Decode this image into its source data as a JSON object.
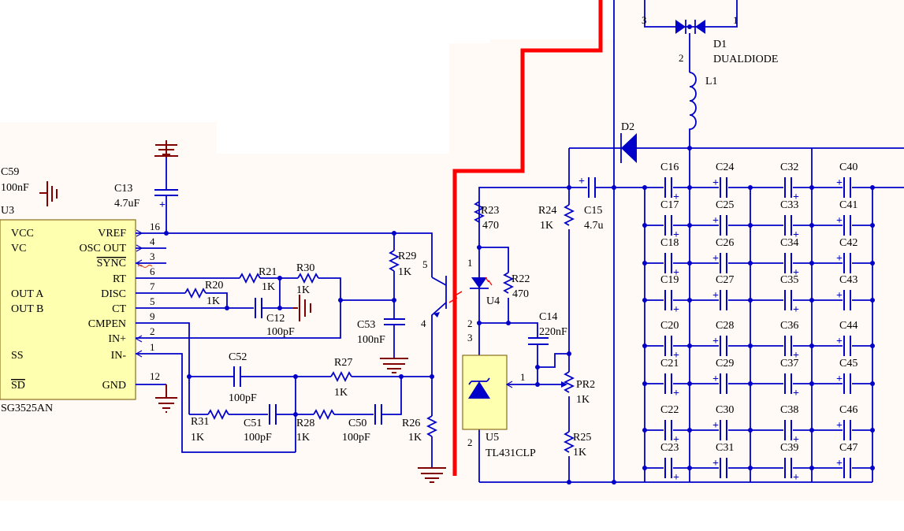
{
  "title": "",
  "colors": {
    "wire": "#0000c8",
    "ground": "#800000",
    "highlight_trace": "#ff0000",
    "ic_fill": "#ffffb0",
    "ic_border": "#8a6d1f",
    "sheet_bg": "#fffaf5",
    "page_bg": "#ffffff"
  },
  "ic_u3": {
    "ref": "U3",
    "part": "SG3525AN",
    "pins_left": [
      "VCC",
      "VC",
      "OUT A",
      "OUT B",
      "SS",
      "SD"
    ],
    "pins_right": [
      "VREF",
      "OSC OUT",
      "SYNC",
      "RT",
      "DISC",
      "CT",
      "CMPEN",
      "IN+",
      "IN-",
      "GND"
    ],
    "pin_numbers": [
      "16",
      "4",
      "3",
      "6",
      "7",
      "5",
      "9",
      "2",
      "1",
      "12"
    ]
  },
  "labels": {
    "c59_ref": "C59",
    "c59_val": "100nF",
    "c13_ref": "C13",
    "c13_val": "4.7uF",
    "r21_ref": "R21",
    "r21_val": "1K",
    "r30_ref": "R30",
    "r30_val": "1K",
    "r20_ref": "R20",
    "r20_val": "1K",
    "c12_ref": "C12",
    "c12_val": "100pF",
    "r29_ref": "R29",
    "r29_val": "1K",
    "c53_ref": "C53",
    "c53_val": "100nF",
    "c52_ref": "C52",
    "c52_val": "100pF",
    "r27_ref": "R27",
    "r27_val": "1K",
    "r31_ref": "R31",
    "r31_val": "1K",
    "c51_ref": "C51",
    "c51_val": "100pF",
    "r28_ref": "R28",
    "r28_val": "1K",
    "c50_ref": "C50",
    "c50_val": "100pF",
    "r26_ref": "R26",
    "r26_val": "1K",
    "r23_ref": "R23",
    "r23_val": "470",
    "r22_ref": "R22",
    "r22_val": "470",
    "r24_ref": "R24",
    "r24_val": "1K",
    "c15_ref": "C15",
    "c15_val": "4.7u",
    "c14_ref": "C14",
    "c14_val": "220nF",
    "pr2_ref": "PR2",
    "pr2_val": "1K",
    "r25_ref": "R25",
    "r25_val": "1K",
    "u4_ref": "U4",
    "u5_ref": "U5",
    "u5_part": "TL431CLP",
    "d1_ref": "D1",
    "d1_part": "DUALDIODE",
    "d2_ref": "D2",
    "l1_ref": "L1",
    "opto_pin5": "5",
    "opto_pin4": "4",
    "u4_pin1": "1",
    "u4_pin2": "2",
    "u5_pin3": "3",
    "u5_pin1": "1",
    "u5_pin2": "2",
    "d1_pin3": "3",
    "d1_pin1": "1",
    "d1_pin2": "2"
  },
  "cap_bank": {
    "col1": [
      "C16",
      "C17",
      "C18",
      "C19",
      "C20",
      "C21",
      "C22",
      "C23"
    ],
    "col2": [
      "C24",
      "C25",
      "C26",
      "C27",
      "C28",
      "C29",
      "C30",
      "C31"
    ],
    "col3": [
      "C32",
      "C33",
      "C34",
      "C35",
      "C36",
      "C37",
      "C38",
      "C39"
    ],
    "col4": [
      "C40",
      "C41",
      "C42",
      "C43",
      "C44",
      "C45",
      "C46",
      "C47"
    ]
  }
}
